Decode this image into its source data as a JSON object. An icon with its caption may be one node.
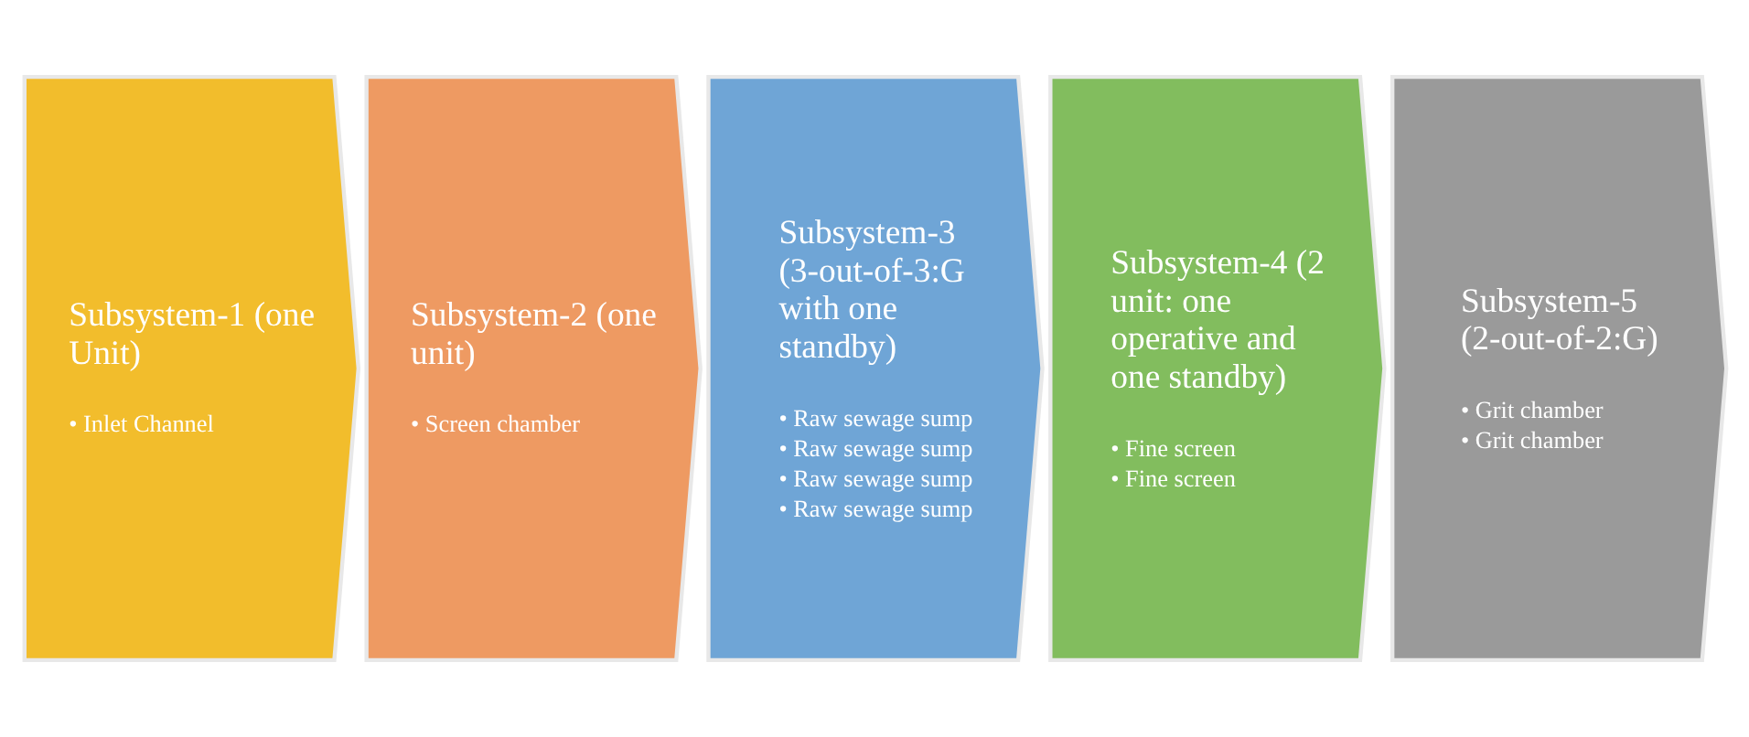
{
  "diagram": {
    "nodes": [
      {
        "text": [
          "Subsystem-1 (one Unit)",
          "• Inlet Channel"
        ]
      },
      {
        "text": [
          "Subsystem-2 (one unit)",
          "• Screen chamber"
        ]
      },
      {
        "text": [
          "Subsystem-3 (3-out-of-3:G with one standby)",
          "• Raw sewage sump",
          "• Raw sewage sump",
          "• Raw sewage sump",
          "• Raw sewage sump"
        ]
      },
      {
        "text": [
          "Subsystem-4 (2 unit: one operative and one standby)",
          "• Fine screen",
          "• Fine screen"
        ]
      },
      {
        "text": [
          "Subsystem-5 (2-out-of-2:G)",
          "• Grit chamber",
          "• Grit chamber"
        ]
      }
    ],
    "edges": []
  }
}
